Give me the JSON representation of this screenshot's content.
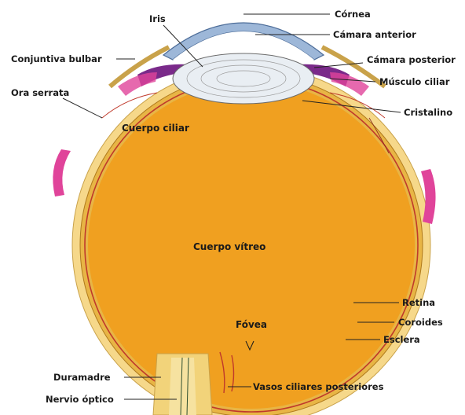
{
  "diagram": {
    "labels": {
      "cornea": "Córnea",
      "anterior_chamber": "Cámara anterior",
      "iris": "Iris",
      "bulbar_conjunctiva": "Conjuntiva bulbar",
      "posterior_chamber": "Cámara posterior",
      "ciliary_muscle": "Músculo ciliar",
      "ora_serrata": "Ora serrata",
      "lens": "Cristalino",
      "ciliary_body": "Cuerpo ciliar",
      "vitreous_body": "Cuerpo vítreo",
      "retina": "Retina",
      "choroid": "Coroides",
      "fovea": "Fóvea",
      "sclera": "Esclera",
      "dura_mater": "Duramadre",
      "optic_nerve": "Nervio óptico",
      "posterior_ciliary_vessels": "Vasos ciliares posteriores"
    },
    "colors": {
      "vitreous": "#F0A020",
      "sclera": "#F6D88A",
      "retina_line": "#C0392B",
      "choroid": "#E6B840",
      "cornea": "#9DB7D8",
      "muscle": "#E0449A",
      "iris": "#7A2A8A",
      "lens": "#E9EEF3"
    }
  }
}
